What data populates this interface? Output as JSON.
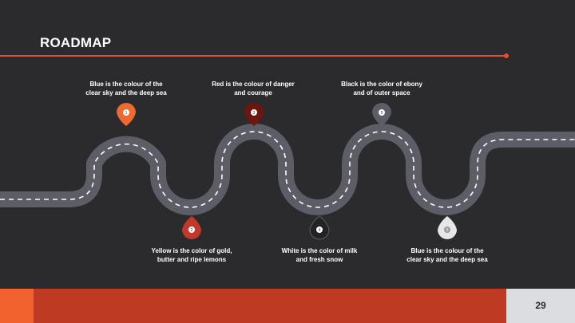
{
  "slide": {
    "title": "ROADMAP",
    "page_number": "29"
  },
  "milestones": [
    {
      "number": "1",
      "line1": "Blue is the colour of the",
      "line2": "clear sky and the deep sea",
      "color": "#ee6a2f",
      "position": "top"
    },
    {
      "number": "2",
      "line1": "Yellow is the color of gold,",
      "line2": "butter and ripe lemons",
      "color": "#c0392b",
      "position": "bottom"
    },
    {
      "number": "3",
      "line1": "Red is the colour of danger",
      "line2": "and courage",
      "color": "#6e1510",
      "position": "top"
    },
    {
      "number": "4",
      "line1": "White is the color of milk",
      "line2": "and fresh snow",
      "color": "#232326",
      "position": "bottom"
    },
    {
      "number": "5",
      "line1": "Black is the color of ebony",
      "line2": "and of outer space",
      "color": "#5c5d66",
      "position": "top"
    },
    {
      "number": "6",
      "line1": "Blue is the colour of the",
      "line2": "clear sky and the deep sea",
      "color": "#e6e6e6",
      "position": "bottom"
    }
  ],
  "colors": {
    "background": "#2b2b2e",
    "accent": "#e0522a",
    "road": "#5c5d66",
    "road_marking": "#ffffff"
  },
  "icons": {
    "milestone_marker": "map-pin-icon"
  }
}
